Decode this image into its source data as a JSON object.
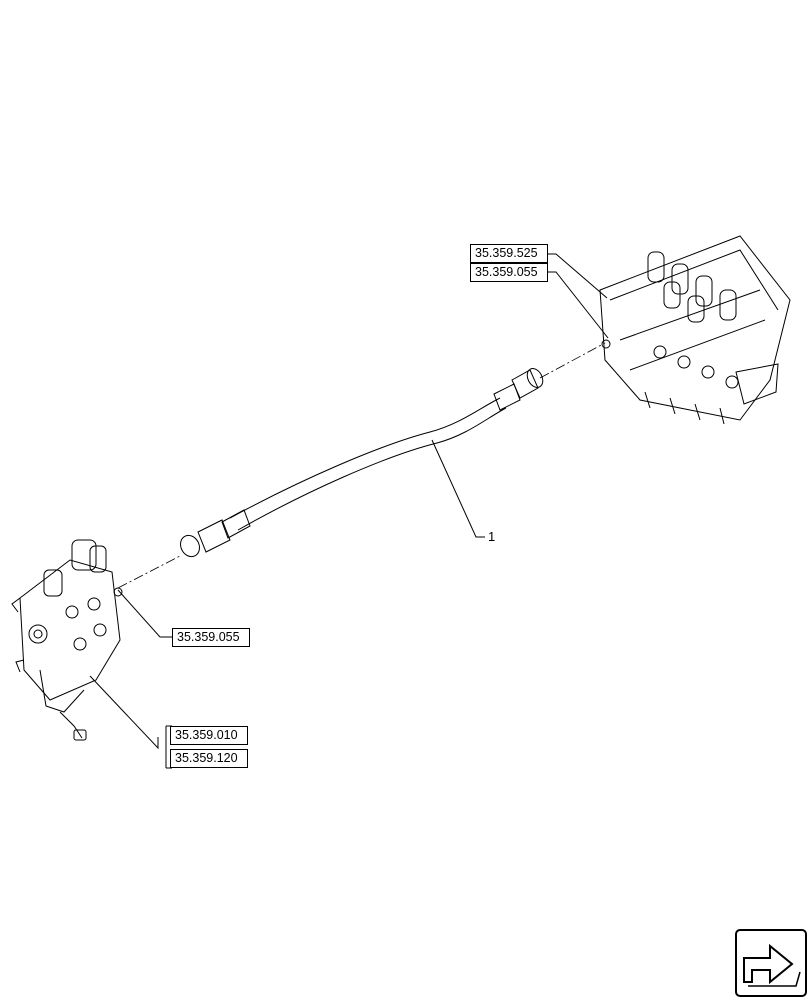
{
  "refs": {
    "r1": "35.359.525",
    "r2": "35.359.055",
    "r3": "35.359.055",
    "r4": "35.359.010",
    "r5": "35.359.120"
  },
  "callout_1": "1",
  "icons": {
    "nav": "next-page-arrow-icon"
  }
}
